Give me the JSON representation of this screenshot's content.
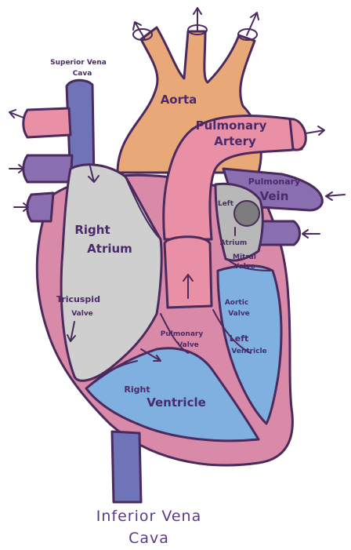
{
  "labels": {
    "superior_vena_cava_line1": "Superior Vena",
    "superior_vena_cava_line2": "Cava",
    "aorta": "Aorta",
    "pulmonary_artery_line1": "Pulmonary",
    "pulmonary_artery_line2": "Artery",
    "pulmonary_vein_line1": "Pulmonary",
    "pulmonary_vein_line2": "Vein",
    "left_atrium_line1": "Left",
    "left_atrium_line2": "Atrium",
    "mitral_valve_line1": "Mitral",
    "mitral_valve_line2": "Valve",
    "aortic_valve_line1": "Aortic",
    "aortic_valve_line2": "Valve",
    "left_ventricle_line1": "Left",
    "left_ventricle_line2": "Ventricle",
    "right_atrium_line1": "Right",
    "right_atrium_line2": "Atrium",
    "tricuspid_valve_line1": "Tricuspid",
    "tricuspid_valve_line2": "Valve",
    "pulmonary_valve_line1": "Pulmonary",
    "pulmonary_valve_line2": "Valve",
    "right_ventricle_line1": "Right",
    "right_ventricle_line2": "Ventricle",
    "inferior_vena_cava_line1": "Inferior Vena",
    "inferior_vena_cava_line2": "Cava"
  },
  "colors": {
    "aorta": "#e9a877",
    "pulmonary": "#e98fa6",
    "deoxygenated_vein": "#6f74b8",
    "right_atrium": "#cfcfcf",
    "ventricle_blue": "#7fb0df",
    "outline": "#4b2a5e",
    "heart_wall": "#d98aa8"
  }
}
